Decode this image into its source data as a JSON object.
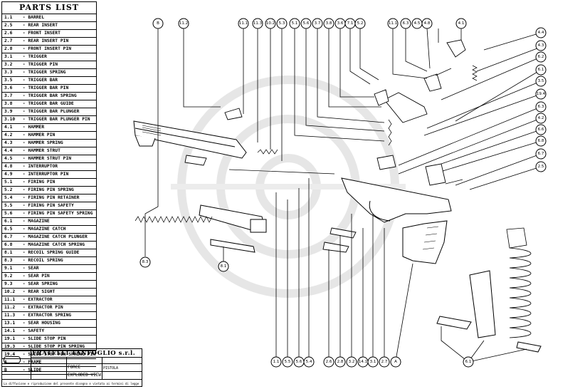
{
  "parts_list": {
    "title": "PARTS LIST",
    "items": [
      {
        "code": "1.1",
        "name": "BARREL"
      },
      {
        "code": "2.5",
        "name": "REAR INSERT"
      },
      {
        "code": "2.6",
        "name": "FRONT INSERT"
      },
      {
        "code": "2.7",
        "name": "REAR INSERT PIN"
      },
      {
        "code": "2.8",
        "name": "FRONT INSERT PIN"
      },
      {
        "code": "3.1",
        "name": "TRIGGER"
      },
      {
        "code": "3.2",
        "name": "TRIGGER PIN"
      },
      {
        "code": "3.3",
        "name": "TRIGGER SPRING"
      },
      {
        "code": "3.5",
        "name": "TRIGGER BAR"
      },
      {
        "code": "3.6",
        "name": "TRIGGER BAR PIN"
      },
      {
        "code": "3.7",
        "name": "TRIGGER BAR SPRING"
      },
      {
        "code": "3.8",
        "name": "TRIGGER BAR GUIDE"
      },
      {
        "code": "3.9",
        "name": "TRIGGER BAR PLUNGER"
      },
      {
        "code": "3.10",
        "name": "TRIGGER BAR PLUNGER PIN"
      },
      {
        "code": "4.1",
        "name": "HAMMER"
      },
      {
        "code": "4.2",
        "name": "HAMMER PIN"
      },
      {
        "code": "4.3",
        "name": "HAMMER SPRING"
      },
      {
        "code": "4.4",
        "name": "HAMMER STRUT"
      },
      {
        "code": "4.5",
        "name": "HAMMER STRUT PIN"
      },
      {
        "code": "4.8",
        "name": "INTERRUPTOR"
      },
      {
        "code": "4.9",
        "name": "INTERRUPTOR PIN"
      },
      {
        "code": "5.1",
        "name": "FIRING PIN"
      },
      {
        "code": "5.2",
        "name": "FIRING PIN SPRING"
      },
      {
        "code": "5.4",
        "name": "FIRING PIN RETAINER"
      },
      {
        "code": "5.5",
        "name": "FIRING PIN SAFETY"
      },
      {
        "code": "5.6",
        "name": "FIRING PIN SAFETY SPRING"
      },
      {
        "code": "6.1",
        "name": "MAGAZINE"
      },
      {
        "code": "6.5",
        "name": "MAGAZINE CATCH"
      },
      {
        "code": "6.7",
        "name": "MAGAZINE CATCH PLUNGER"
      },
      {
        "code": "6.8",
        "name": "MAGAZINE CATCH SPRING"
      },
      {
        "code": "8.1",
        "name": "RECOIL SPRING GUIDE"
      },
      {
        "code": "8.3",
        "name": "RECOIL SPRING"
      },
      {
        "code": "9.1",
        "name": "SEAR"
      },
      {
        "code": "9.2",
        "name": "SEAR PIN"
      },
      {
        "code": "9.3",
        "name": "SEAR SPRING"
      },
      {
        "code": "10.2",
        "name": "REAR SIGHT"
      },
      {
        "code": "11.1",
        "name": "EXTRACTOR"
      },
      {
        "code": "11.2",
        "name": "EXTRACTOR PIN"
      },
      {
        "code": "11.3",
        "name": "EXTRACTOR SPRING"
      },
      {
        "code": "13.1",
        "name": "SEAR HOUSING"
      },
      {
        "code": "14.1",
        "name": "SAFETY"
      },
      {
        "code": "19.1",
        "name": "SLIDE STOP PIN"
      },
      {
        "code": "19.3",
        "name": "SLIDE STOP PIN SPRING"
      },
      {
        "code": "19.4",
        "name": "SLIDE STOP PIN SPRING PIN"
      },
      {
        "code": "A",
        "name": "FRAME"
      },
      {
        "code": "B",
        "name": "SLIDE"
      }
    ]
  },
  "title_block": {
    "company": "FRATELLI TANFOGLIO s.r.l.",
    "model": "FORCE",
    "drawing_title": "EXPLODED VIEW",
    "drawing_no": "PISTOLA",
    "footer": "La diffusione e riproduzione del presente disegno e vietata ai termini di legge"
  },
  "callouts": [
    {
      "id": "c-b",
      "label": "B"
    },
    {
      "id": "c-11-2",
      "label": "11.2"
    },
    {
      "id": "c-11-1",
      "label": "11.1"
    },
    {
      "id": "c-11-3",
      "label": "11.3"
    },
    {
      "id": "c-10-2",
      "label": "10.2"
    },
    {
      "id": "c-5-3",
      "label": "5.3"
    },
    {
      "id": "c-5-1",
      "label": "5.1"
    },
    {
      "id": "c-5-6",
      "label": "5.6"
    },
    {
      "id": "c-3-7",
      "label": "3.7"
    },
    {
      "id": "c-3-8",
      "label": "3.8"
    },
    {
      "id": "c-3-6",
      "label": "3.6"
    },
    {
      "id": "c-7-1",
      "label": "7.1"
    },
    {
      "id": "c-5-2",
      "label": "5.2"
    },
    {
      "id": "c-11-1b",
      "label": "11.1"
    },
    {
      "id": "c-6-3",
      "label": "6.3"
    },
    {
      "id": "c-4-5",
      "label": "4.5"
    },
    {
      "id": "c-4-8",
      "label": "4.8"
    },
    {
      "id": "c-4-1",
      "label": "4.1"
    },
    {
      "id": "c-4-4",
      "label": "4.4"
    },
    {
      "id": "c-4-3",
      "label": "4.3"
    },
    {
      "id": "c-6-2",
      "label": "6.2"
    },
    {
      "id": "c-6-1r",
      "label": "6.1"
    },
    {
      "id": "c-3-5",
      "label": "3.5"
    },
    {
      "id": "c-19-4",
      "label": "19.4"
    },
    {
      "id": "c-6-3r",
      "label": "6.3"
    },
    {
      "id": "c-4-2",
      "label": "4.2"
    },
    {
      "id": "c-6-6",
      "label": "6.6"
    },
    {
      "id": "c-6-8",
      "label": "6.8"
    },
    {
      "id": "c-6-7",
      "label": "6.7"
    },
    {
      "id": "c-2-5",
      "label": "2.5"
    },
    {
      "id": "c-8-3",
      "label": "8.3"
    },
    {
      "id": "c-8-1",
      "label": "8.1"
    },
    {
      "id": "c-1-1",
      "label": "1.1"
    },
    {
      "id": "c-5-5",
      "label": "5.5"
    },
    {
      "id": "c-5-6b",
      "label": "5.6"
    },
    {
      "id": "c-5-4",
      "label": "5.4"
    },
    {
      "id": "c-2-6",
      "label": "2.6"
    },
    {
      "id": "c-2-8",
      "label": "2.8"
    },
    {
      "id": "c-3-2",
      "label": "3.2"
    },
    {
      "id": "c-14-1",
      "label": "14.1"
    },
    {
      "id": "c-3-1",
      "label": "3.1"
    },
    {
      "id": "c-2-7",
      "label": "2.7"
    },
    {
      "id": "c-a",
      "label": "A"
    },
    {
      "id": "c-6-1",
      "label": "6.1"
    }
  ]
}
